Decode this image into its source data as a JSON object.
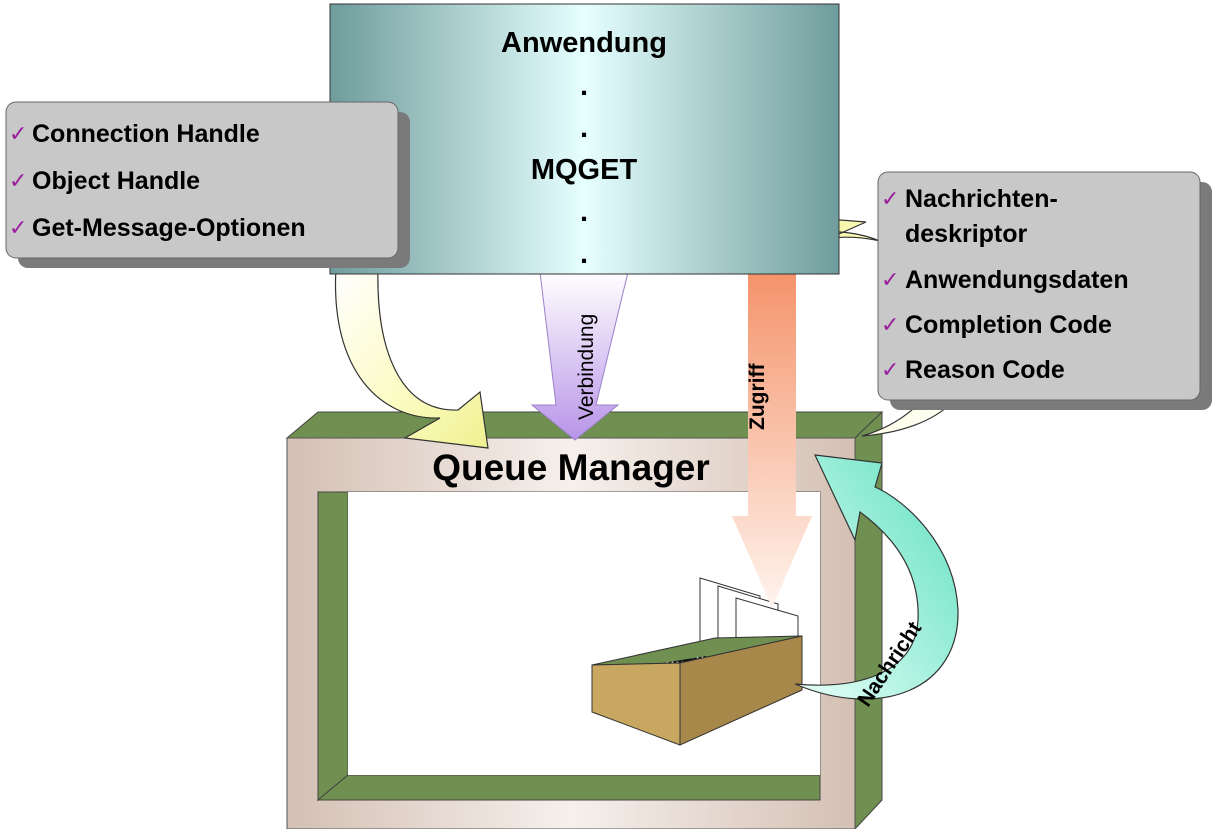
{
  "colors": {
    "panel_fill": "#c8c8c8",
    "panel_shadow": "#7a7a7a",
    "app_box_edge": "#6f9c9c",
    "app_box_center": "#e6ffff",
    "frame_outer": "#ece0d8",
    "frame_green": "#6f9050",
    "frame_green_light": "#8fae6e",
    "arrow_yellow": "#fbfbc0",
    "arrow_violet": "#b894e8",
    "arrow_salmon": "#f4936a",
    "arrow_cyan": "#8ff0d8",
    "check_mark": "#9a1f9e",
    "box_tan": "#c8a860"
  },
  "icons": {
    "check": "check-icon",
    "card_box": "card-box-icon"
  },
  "application": {
    "title": "Anwendung",
    "dot_1": ".",
    "dot_2": ".",
    "call": "MQGET",
    "dot_3": ".",
    "dot_4": "."
  },
  "input_panel": {
    "check_glyph": "✓",
    "items": [
      "Connection Handle",
      "Object Handle",
      "Get-Message-Optionen"
    ]
  },
  "output_panel": {
    "check_glyph": "✓",
    "items": [
      {
        "line1": "Nachrichten-",
        "line2": "deskriptor"
      },
      {
        "line1": "Anwendungsdaten"
      },
      {
        "line1": "Completion Code"
      },
      {
        "line1": "Reason Code"
      }
    ]
  },
  "arrows": {
    "connection": "Verbindung",
    "access": "Zugriff",
    "message": "Nachricht"
  },
  "queue_manager": {
    "title": "Queue Manager"
  }
}
